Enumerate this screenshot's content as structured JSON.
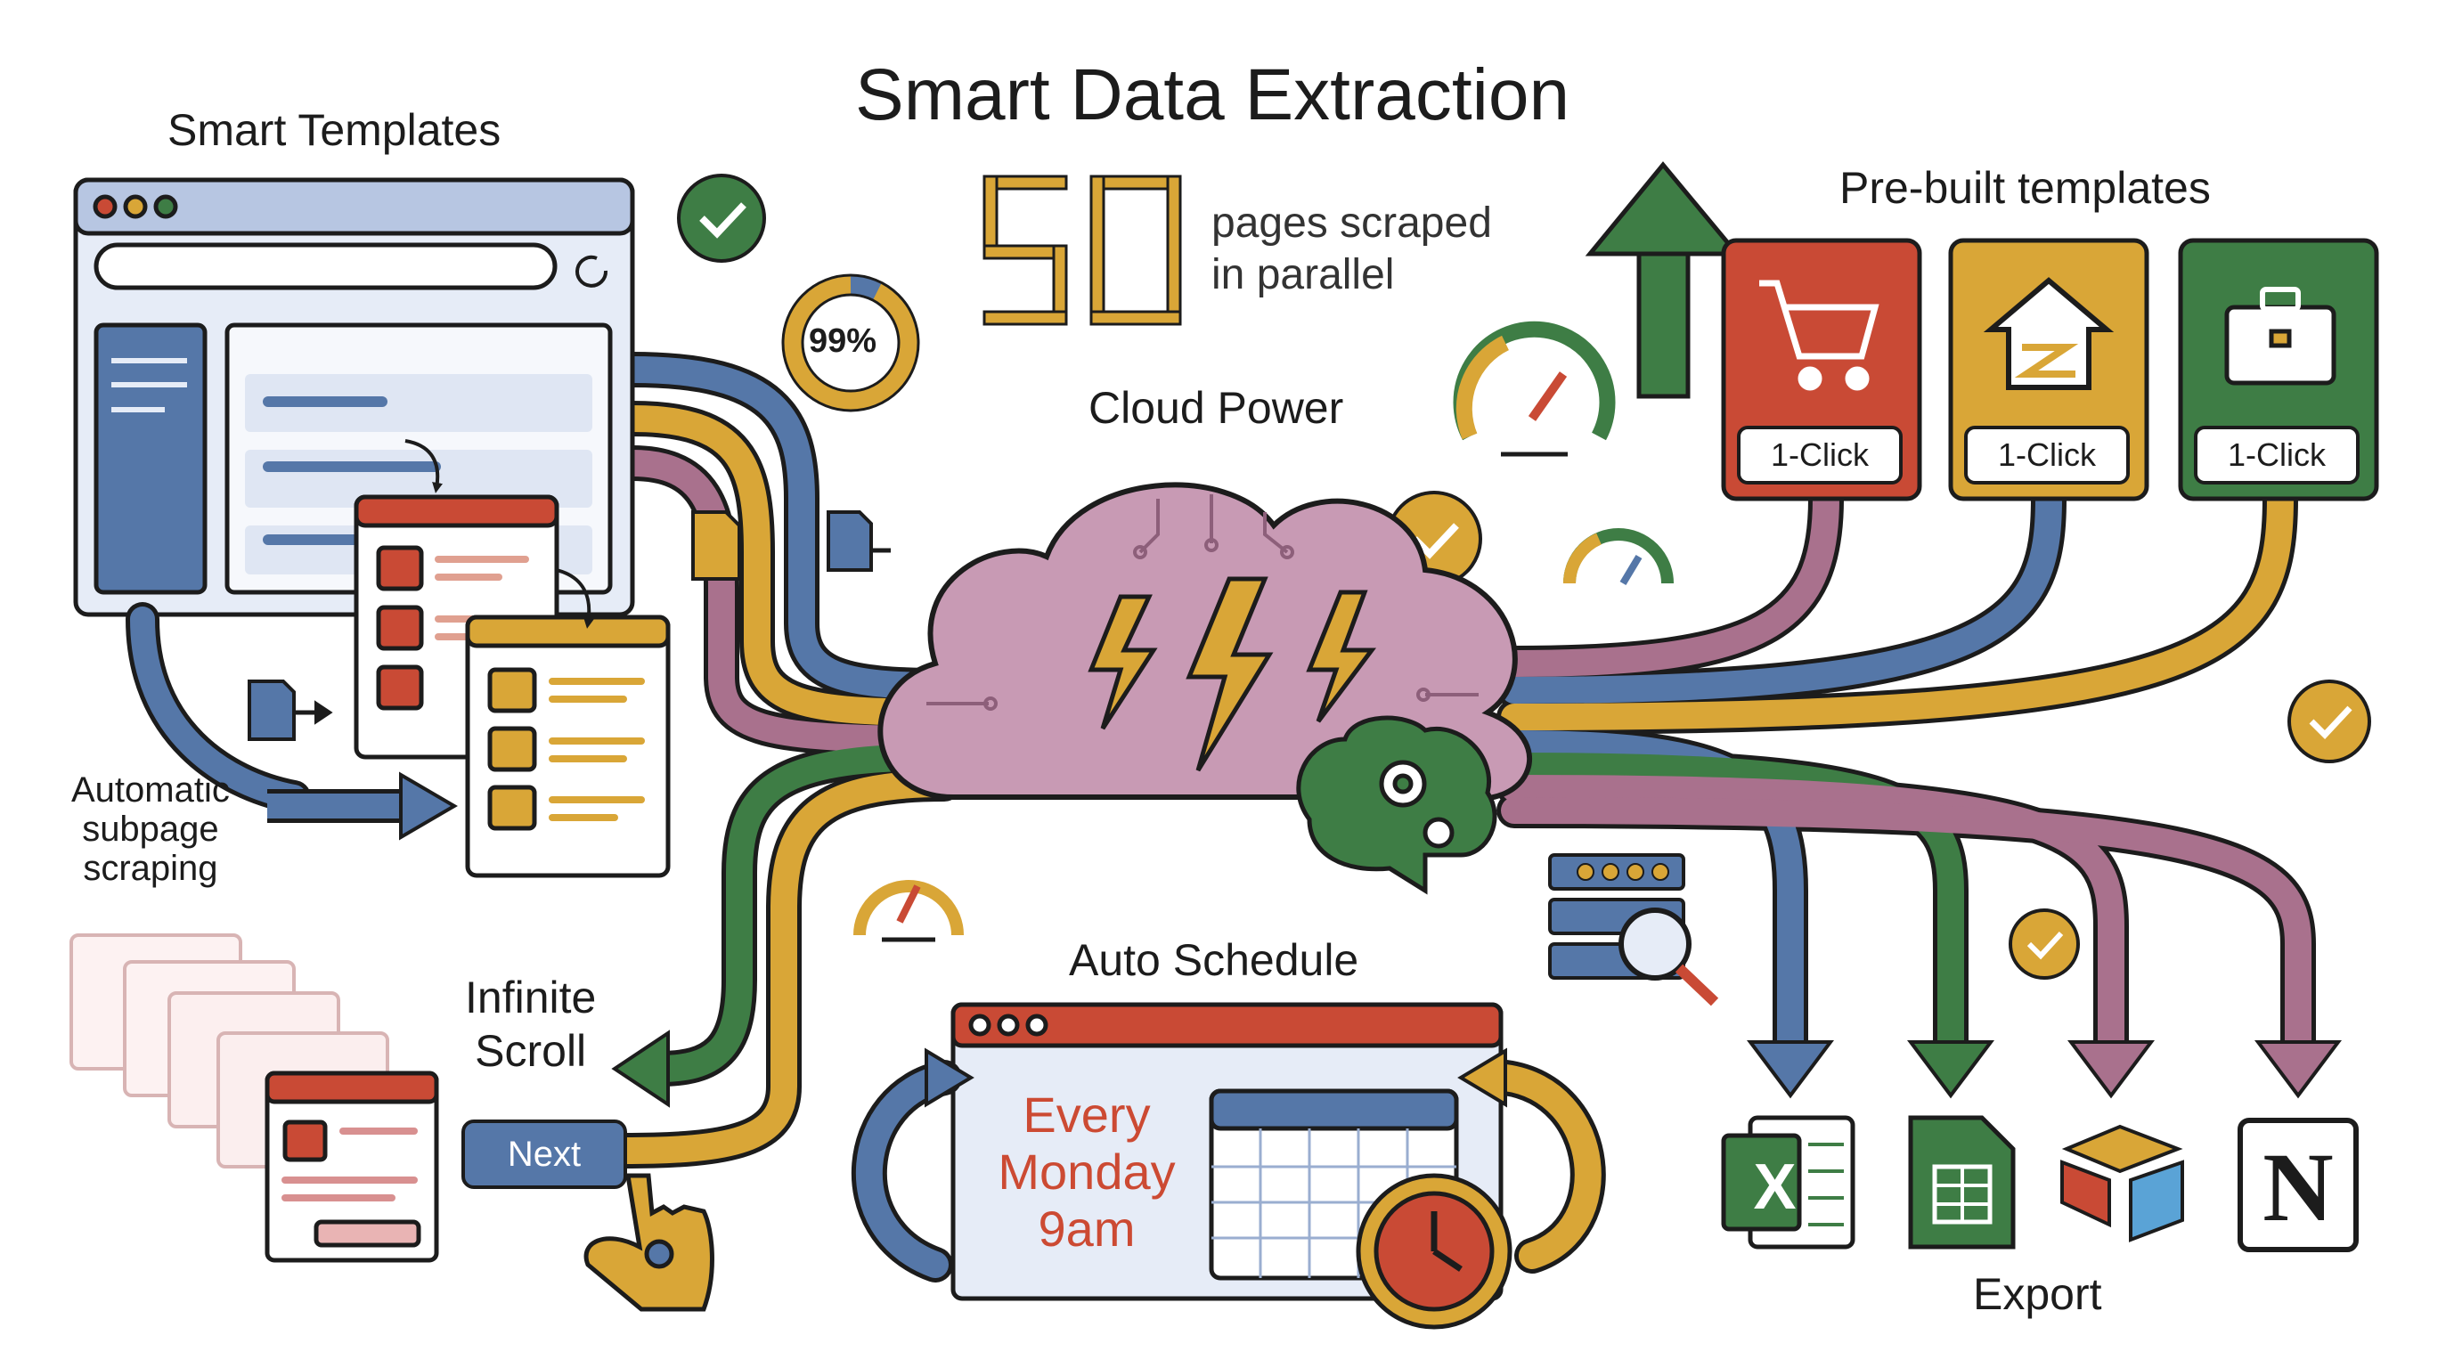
{
  "title": "Smart Data Extraction",
  "sections": {
    "smart_templates": "Smart Templates",
    "cloud_power": "Cloud Power",
    "prebuilt_templates": "Pre-built templates",
    "auto_schedule": "Auto Schedule",
    "export": "Export"
  },
  "stat": {
    "value": "50",
    "line1": "pages scraped",
    "line2": "in parallel"
  },
  "progress": {
    "label": "99%",
    "fraction": 0.99
  },
  "subpage": {
    "line1": "Automatic",
    "line2": "subpage",
    "line3": "scraping"
  },
  "infinite_scroll": {
    "line1": "Infinite",
    "line2": "Scroll",
    "button": "Next"
  },
  "prebuilt": [
    {
      "icon": "cart-icon",
      "button": "1-Click",
      "color": "#c94a35"
    },
    {
      "icon": "house-icon",
      "button": "1-Click",
      "color": "#d9a637"
    },
    {
      "icon": "briefcase-icon",
      "button": "1-Click",
      "color": "#3e7d45"
    }
  ],
  "schedule": {
    "line1": "Every",
    "line2": "Monday",
    "line3": "9am"
  },
  "export_targets": [
    {
      "icon": "excel-icon",
      "glyph": "X"
    },
    {
      "icon": "google-sheets-icon",
      "glyph": ""
    },
    {
      "icon": "airtable-icon",
      "glyph": ""
    },
    {
      "icon": "notion-icon",
      "glyph": "N"
    }
  ],
  "colors": {
    "blue": "#5577a8",
    "gold": "#d9a637",
    "red": "#c94a35",
    "green": "#3e7d45",
    "mauve": "#a9718d",
    "cloud": "#c89ab4",
    "outline": "#1c1c1c"
  }
}
